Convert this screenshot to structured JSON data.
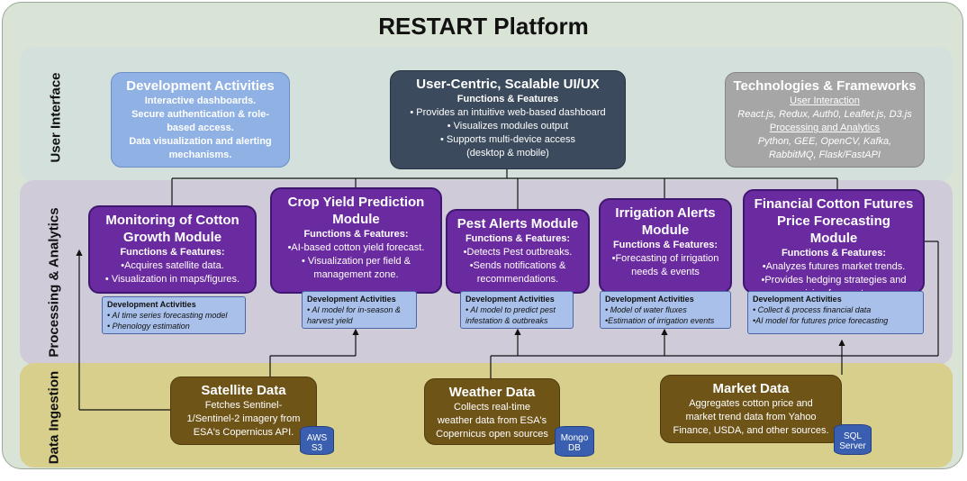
{
  "title": "RESTART Platform",
  "layers": {
    "ui": "User Interface",
    "pa": "Processing & Analytics",
    "di": "Data Ingestion"
  },
  "dev_activities": {
    "title": "Development Activities",
    "lines": [
      "Interactive dashboards.",
      "Secure authentication & role-",
      "based access.",
      "Data visualization and alerting",
      "mechanisms."
    ]
  },
  "ui_box": {
    "title": "User-Centric, Scalable UI/UX",
    "sub": "Functions & Features",
    "lines": [
      "• Provides an intuitive web-based dashboard",
      "• Visualizes modules output",
      "• Supports multi-device access",
      "(desktop & mobile)"
    ]
  },
  "tech": {
    "title": "Technologies & Frameworks",
    "ui_head": "User Interaction",
    "ui_items": "React.js, Redux, Auth0, Leaflet.js, D3.js",
    "pa_head": "Processing and Analytics",
    "pa_items1": "Python, GEE, OpenCV, Kafka,",
    "pa_items2": "RabbitMQ, Flask/FastAPI"
  },
  "modules": [
    {
      "title1": "Monitoring of Cotton",
      "title2": "Growth Module",
      "sub": "Functions & Features:",
      "lines": [
        "•Acquires satellite data.",
        "• Visualization in maps/figures."
      ],
      "dev_head": "Development Activities",
      "dev": [
        "• AI time series forecasting model",
        "• Phenology estimation"
      ]
    },
    {
      "title1": "Crop Yield Prediction",
      "title2": "Module",
      "sub": "Functions & Features:",
      "lines": [
        "•AI-based cotton yield forecast.",
        "• Visualization per field &",
        "management zone."
      ],
      "dev_head": "Development Activities",
      "dev": [
        "• AI model for in-season &",
        "harvest yield"
      ]
    },
    {
      "title1": "Pest Alerts Module",
      "title2": "",
      "sub": "Functions & Features:",
      "lines": [
        "•Detects Pest outbreaks.",
        "•Sends notifications &",
        "recommendations."
      ],
      "dev_head": "Development Activities",
      "dev": [
        "• AI model to predict pest",
        "infestation & outbreaks"
      ]
    },
    {
      "title1": "Irrigation Alerts",
      "title2": "Module",
      "sub": "Functions & Features:",
      "lines": [
        "•Forecasting of irrigation",
        "needs & events"
      ],
      "dev_head": "Development Activities",
      "dev": [
        "• Model of water fluxes",
        "•Estimation of irrigation events"
      ]
    },
    {
      "title1": "Financial Cotton Futures",
      "title2": "Price Forecasting Module",
      "sub": "Functions & Features:",
      "lines": [
        "•Analyzes futures market trends.",
        "•Provides hedging strategies and",
        "pricing forecasts."
      ],
      "dev_head": "Development Activities",
      "dev": [
        "• Collect & process financial data",
        "•AI model for futures price forecasting"
      ]
    }
  ],
  "sources": [
    {
      "title": "Satellite Data",
      "lines": [
        "Fetches Sentinel-",
        "1/Sentinel-2 imagery from",
        "ESA's Copernicus API."
      ],
      "db1": "AWS",
      "db2": "S3"
    },
    {
      "title": "Weather Data",
      "lines": [
        "Collects real-time",
        "weather data from ESA's",
        "Copernicus open sources"
      ],
      "db1": "Mongo",
      "db2": "DB"
    },
    {
      "title": "Market Data",
      "lines": [
        "Aggregates cotton price and",
        "market trend data from Yahoo",
        "Finance, USDA, and other sources."
      ],
      "db1": "SQL",
      "db2": "Server"
    }
  ],
  "colors": {
    "module": "#6a2aa0",
    "source": "#6f5418",
    "ui_box": "#3b4a5c",
    "dev_box": "#8fb1e3",
    "tech_box": "#a7a6a7"
  }
}
